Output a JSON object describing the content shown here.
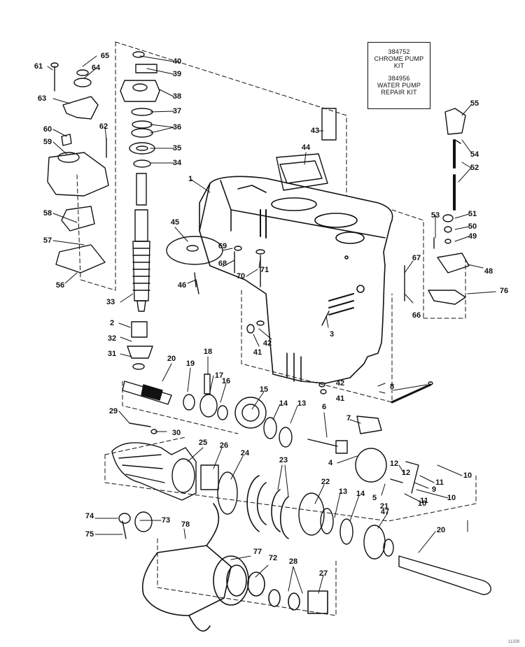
{
  "kit_box": {
    "line1": "384752",
    "line2": "CHROME PUMP",
    "line3": "KIT",
    "line4": "384956",
    "line5": "WATER PUMP",
    "line6": "REPAIR KIT"
  },
  "labels": [
    "1",
    "2",
    "3",
    "4",
    "5",
    "6",
    "7",
    "8",
    "9",
    "10",
    "10",
    "10",
    "11",
    "11",
    "12",
    "12",
    "13",
    "13",
    "14",
    "14",
    "15",
    "16",
    "17",
    "18",
    "19",
    "20",
    "20",
    "21",
    "22",
    "23",
    "24",
    "25",
    "26",
    "27",
    "28",
    "29",
    "30",
    "31",
    "32",
    "33",
    "34",
    "35",
    "36",
    "37",
    "38",
    "39",
    "40",
    "41",
    "41",
    "42",
    "42",
    "43",
    "44",
    "45",
    "46",
    "47",
    "48",
    "49",
    "50",
    "51",
    "52",
    "53",
    "54",
    "55",
    "56",
    "57",
    "58",
    "59",
    "60",
    "61",
    "62",
    "63",
    "64",
    "65",
    "66",
    "67",
    "68",
    "69",
    "70",
    "71",
    "72",
    "73",
    "74",
    "75",
    "76",
    "77",
    "78"
  ],
  "corner_code": "11339"
}
